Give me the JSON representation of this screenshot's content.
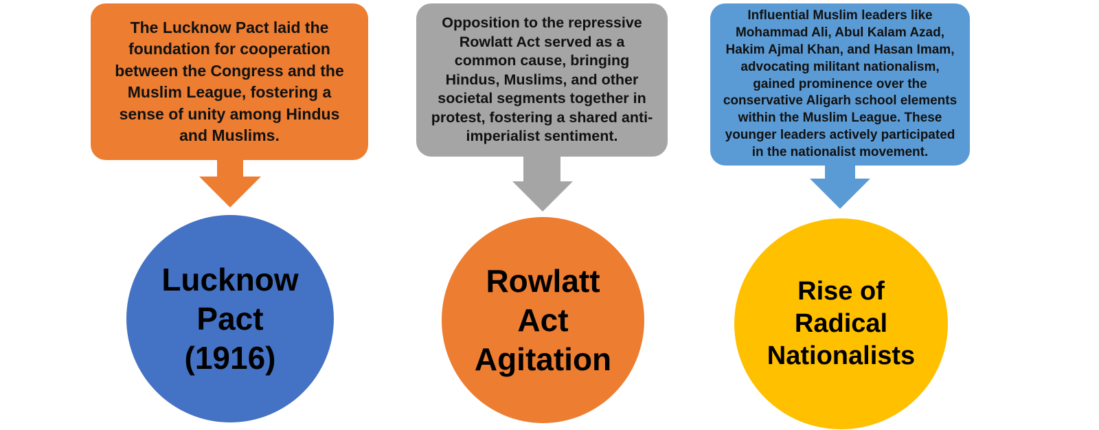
{
  "colors": {
    "orange": "#ED7D31",
    "gray": "#A5A5A5",
    "light_blue": "#5B9BD5",
    "blue": "#4472C4",
    "gold": "#FFC000"
  },
  "columns": [
    {
      "box_lines": [
        "The Lucknow Pact laid the",
        "foundation for cooperation",
        "between the Congress and the",
        "Muslim League, fostering a",
        "sense of unity among Hindus",
        "and Muslims."
      ],
      "circle_lines": [
        "Lucknow",
        "Pact",
        "(1916)"
      ]
    },
    {
      "box_lines": [
        "Opposition to the repressive",
        "Rowlatt Act served as a",
        "common cause, bringing",
        "Hindus, Muslims, and other",
        "societal segments together in",
        "protest, fostering a shared anti-",
        "imperialist sentiment."
      ],
      "circle_lines": [
        "Rowlatt",
        "Act",
        "Agitation"
      ]
    },
    {
      "box_lines": [
        "Influential Muslim leaders like",
        "Mohammad Ali, Abul Kalam Azad,",
        "Hakim Ajmal Khan, and Hasan Imam,",
        "advocating militant nationalism,",
        "gained prominence over the",
        "conservative Aligarh school elements",
        "within the Muslim League. These",
        "younger leaders actively participated",
        "in the nationalist movement."
      ],
      "circle_lines": [
        "Rise of",
        "Radical",
        "Nationalists"
      ]
    }
  ]
}
